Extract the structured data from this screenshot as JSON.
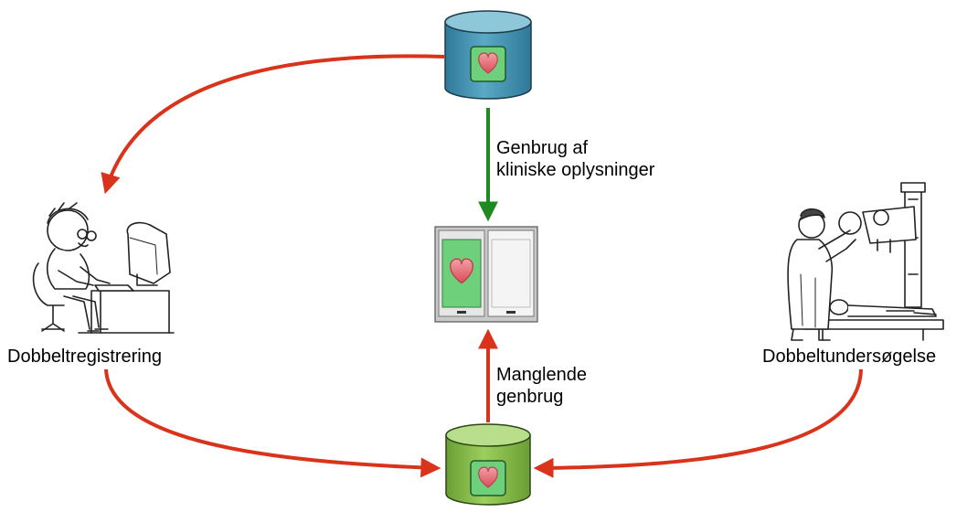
{
  "labels": {
    "left_person": "Dobbeltregistrering",
    "right_person": "Dobbeltundersøgelse",
    "reuse_line1": "Genbrug af",
    "reuse_line2": "kliniske oplysninger",
    "missing_line1": "Manglende",
    "missing_line2": "genbrug"
  },
  "colors": {
    "red_arrow": "#d9341b",
    "green_arrow": "#1e8a22",
    "top_db": "#4a97b3",
    "bottom_db": "#8cbf4f",
    "heart_bg": "#6ed07a",
    "heart": "#e56b75"
  }
}
